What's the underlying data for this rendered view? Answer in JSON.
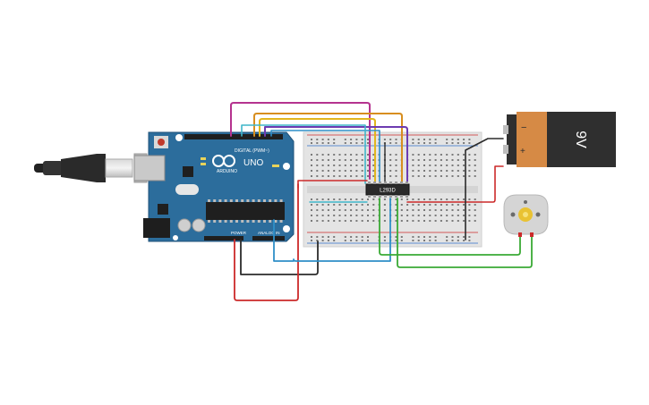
{
  "arduino": {
    "brand_text": "ARDUINO",
    "model_text": "UNO",
    "digital_header_text": "DIGITAL (PWM~)",
    "power_header_text": "POWER",
    "analog_header_text": "ANALOG IN"
  },
  "driver_chip": {
    "label": "L293D"
  },
  "battery": {
    "voltage_label": "9V",
    "minus_symbol": "−",
    "plus_symbol": "+"
  },
  "colors": {
    "arduino_board": "#2c6d9c",
    "breadboard": "#e4e4e4",
    "battery_body": "#d68a45",
    "battery_cap": "#2f2f2f",
    "motor_body": "#d5d5d5",
    "motor_shaft": "#e9c232",
    "wire_magenta": "#b5338f",
    "wire_orange": "#d88e1f",
    "wire_yellow": "#e2b61f",
    "wire_purple": "#6d3bb1",
    "wire_blue": "#2f8fc8",
    "wire_cyan": "#3fb6c9",
    "wire_red": "#cc2a2a",
    "wire_black": "#2b2b2b",
    "wire_green": "#3aaa35"
  }
}
